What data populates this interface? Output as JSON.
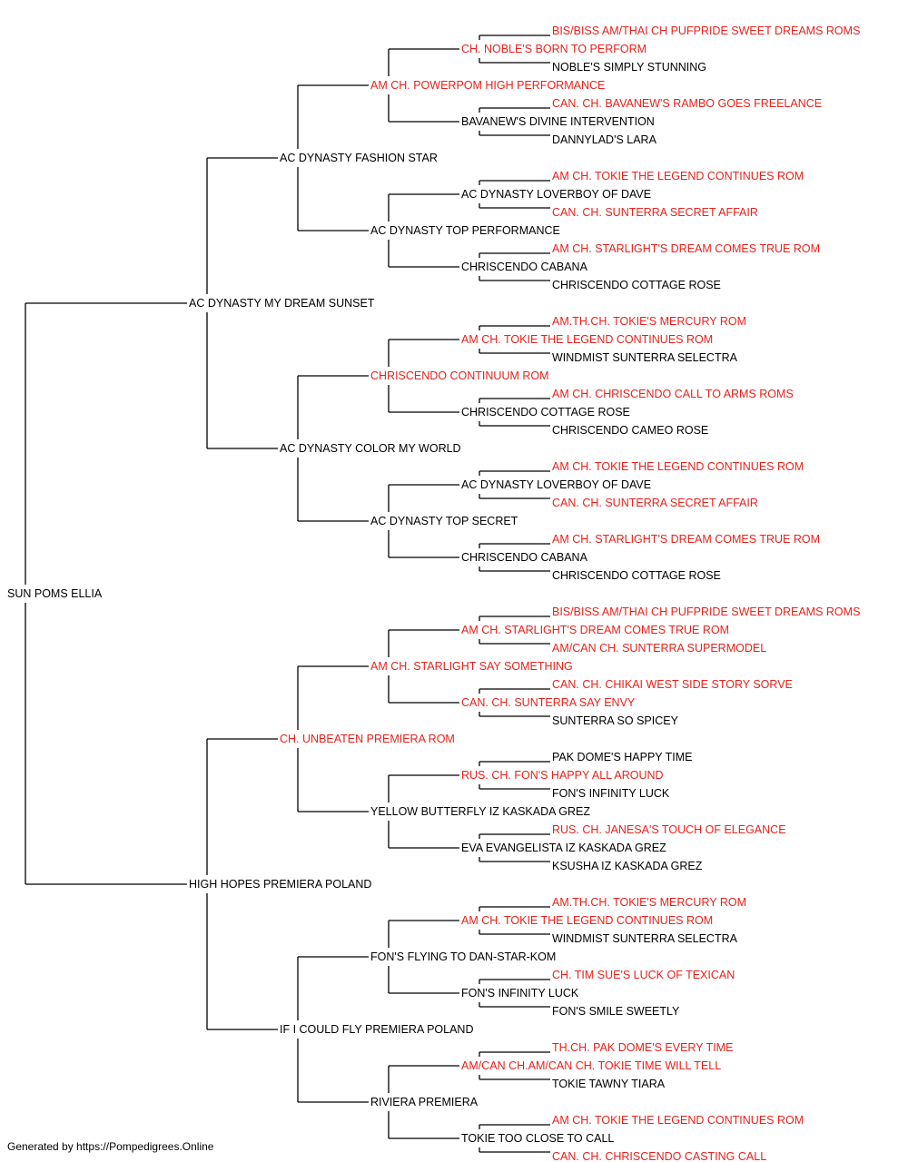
{
  "colors": {
    "champion": "#e8221b",
    "regular": "#000000",
    "line": "#000000"
  },
  "pedigree": {
    "name": "SUN POMS ELLIA",
    "champion": false,
    "sire": {
      "name": "AC DYNASTY MY DREAM SUNSET",
      "champion": false,
      "sire": {
        "name": "AC DYNASTY FASHION STAR",
        "champion": false,
        "sire": {
          "name": "AM CH. POWERPOM HIGH PERFORMANCE",
          "champion": true,
          "sire": {
            "name": "CH. NOBLE'S BORN TO PERFORM",
            "champion": true,
            "sire": {
              "name": "BIS/BISS AM/THAI CH PUFPRIDE SWEET DREAMS ROMS",
              "champion": true
            },
            "dam": {
              "name": "NOBLE'S SIMPLY STUNNING",
              "champion": false
            }
          },
          "dam": {
            "name": "BAVANEW'S DIVINE INTERVENTION",
            "champion": false,
            "sire": {
              "name": "CAN. CH. BAVANEW'S RAMBO GOES FREELANCE",
              "champion": true
            },
            "dam": {
              "name": "DANNYLAD'S LARA",
              "champion": false
            }
          }
        },
        "dam": {
          "name": "AC DYNASTY TOP PERFORMANCE",
          "champion": false,
          "sire": {
            "name": "AC DYNASTY LOVERBOY OF DAVE",
            "champion": false,
            "sire": {
              "name": "AM CH. TOKIE THE LEGEND CONTINUES ROM",
              "champion": true
            },
            "dam": {
              "name": "CAN. CH. SUNTERRA SECRET AFFAIR",
              "champion": true
            }
          },
          "dam": {
            "name": "CHRISCENDO CABANA",
            "champion": false,
            "sire": {
              "name": "AM CH. STARLIGHT'S DREAM COMES TRUE ROM",
              "champion": true
            },
            "dam": {
              "name": "CHRISCENDO COTTAGE ROSE",
              "champion": false
            }
          }
        }
      },
      "dam": {
        "name": "AC DYNASTY COLOR MY WORLD",
        "champion": false,
        "sire": {
          "name": "CHRISCENDO CONTINUUM ROM",
          "champion": true,
          "sire": {
            "name": "AM CH. TOKIE THE LEGEND CONTINUES ROM",
            "champion": true,
            "sire": {
              "name": "AM.TH.CH. TOKIE'S MERCURY ROM",
              "champion": true
            },
            "dam": {
              "name": "WINDMIST SUNTERRA SELECTRA",
              "champion": false
            }
          },
          "dam": {
            "name": "CHRISCENDO COTTAGE ROSE",
            "champion": false,
            "sire": {
              "name": "AM CH. CHRISCENDO CALL TO ARMS ROMS",
              "champion": true
            },
            "dam": {
              "name": "CHRISCENDO CAMEO ROSE",
              "champion": false
            }
          }
        },
        "dam": {
          "name": "AC DYNASTY TOP SECRET",
          "champion": false,
          "sire": {
            "name": "AC DYNASTY LOVERBOY OF DAVE",
            "champion": false,
            "sire": {
              "name": "AM CH. TOKIE THE LEGEND CONTINUES ROM",
              "champion": true
            },
            "dam": {
              "name": "CAN. CH. SUNTERRA SECRET AFFAIR",
              "champion": true
            }
          },
          "dam": {
            "name": "CHRISCENDO CABANA",
            "champion": false,
            "sire": {
              "name": "AM CH. STARLIGHT'S DREAM COMES TRUE ROM",
              "champion": true
            },
            "dam": {
              "name": "CHRISCENDO COTTAGE ROSE",
              "champion": false
            }
          }
        }
      }
    },
    "dam": {
      "name": "HIGH HOPES PREMIERA POLAND",
      "champion": false,
      "sire": {
        "name": "CH. UNBEATEN PREMIERA ROM",
        "champion": true,
        "sire": {
          "name": "AM CH. STARLIGHT SAY SOMETHING",
          "champion": true,
          "sire": {
            "name": "AM CH. STARLIGHT'S DREAM COMES TRUE ROM",
            "champion": true,
            "sire": {
              "name": "BIS/BISS AM/THAI CH PUFPRIDE SWEET DREAMS ROMS",
              "champion": true
            },
            "dam": {
              "name": "AM/CAN CH. SUNTERRA SUPERMODEL",
              "champion": true
            }
          },
          "dam": {
            "name": "CAN. CH. SUNTERRA SAY ENVY",
            "champion": true,
            "sire": {
              "name": "CAN. CH. CHIKAI WEST SIDE STORY SORVE",
              "champion": true
            },
            "dam": {
              "name": "SUNTERRA SO SPICEY",
              "champion": false
            }
          }
        },
        "dam": {
          "name": "YELLOW BUTTERFLY IZ KASKADA GREZ",
          "champion": false,
          "sire": {
            "name": "RUS. CH. FON'S HAPPY ALL AROUND",
            "champion": true,
            "sire": {
              "name": "PAK DOME'S HAPPY TIME",
              "champion": false
            },
            "dam": {
              "name": "FON'S INFINITY LUCK",
              "champion": false
            }
          },
          "dam": {
            "name": "EVA EVANGELISTA IZ KASKADA GREZ",
            "champion": false,
            "sire": {
              "name": "RUS. CH. JANESA'S TOUCH OF ELEGANCE",
              "champion": true
            },
            "dam": {
              "name": "KSUSHA IZ KASKADA GREZ",
              "champion": false
            }
          }
        }
      },
      "dam": {
        "name": "IF I COULD FLY PREMIERA POLAND",
        "champion": false,
        "sire": {
          "name": "FON'S FLYING TO DAN-STAR-KOM",
          "champion": false,
          "sire": {
            "name": "AM CH. TOKIE THE LEGEND CONTINUES ROM",
            "champion": true,
            "sire": {
              "name": "AM.TH.CH. TOKIE'S MERCURY ROM",
              "champion": true
            },
            "dam": {
              "name": "WINDMIST SUNTERRA SELECTRA",
              "champion": false
            }
          },
          "dam": {
            "name": "FON'S INFINITY LUCK",
            "champion": false,
            "sire": {
              "name": "CH. TIM SUE'S LUCK OF TEXICAN",
              "champion": true
            },
            "dam": {
              "name": "FON'S SMILE SWEETLY",
              "champion": false
            }
          }
        },
        "dam": {
          "name": "RIVIERA PREMIERA",
          "champion": false,
          "sire": {
            "name": "AM/CAN CH.AM/CAN CH. TOKIE TIME WILL TELL",
            "champion": true,
            "sire": {
              "name": "TH.CH. PAK DOME'S EVERY TIME",
              "champion": true
            },
            "dam": {
              "name": "TOKIE TAWNY TIARA",
              "champion": false
            }
          },
          "dam": {
            "name": "TOKIE TOO CLOSE TO CALL",
            "champion": false,
            "sire": {
              "name": "AM CH. TOKIE THE LEGEND CONTINUES ROM",
              "champion": true
            },
            "dam": {
              "name": "CAN. CH. CHRISCENDO CASTING CALL",
              "champion": true
            }
          }
        }
      }
    }
  },
  "footer": {
    "text": "Generated by https://Pompedigrees.Online"
  }
}
